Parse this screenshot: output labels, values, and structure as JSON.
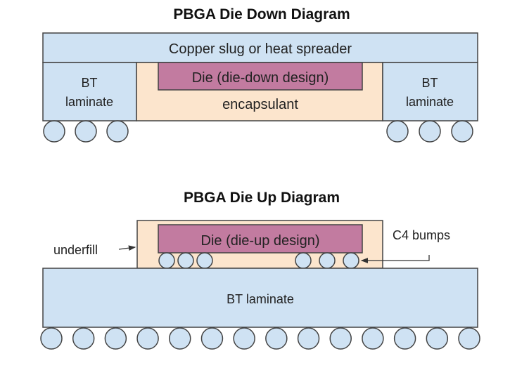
{
  "colors": {
    "laminate": "#cfe2f3",
    "encapsulant": "#fce5cd",
    "die": "#c27ba0",
    "stroke": "#434343",
    "ball": "#cfe2f3"
  },
  "die_down": {
    "title": "PBGA Die Down Diagram",
    "heat_spreader_label": "Copper slug or heat spreader",
    "left_laminate_line1": "BT",
    "left_laminate_line2": "laminate",
    "right_laminate_line1": "BT",
    "right_laminate_line2": "laminate",
    "die_label": "Die (die-down design)",
    "encapsulant_label": "encapsulant",
    "left_ball_count": 3,
    "right_ball_count": 3
  },
  "die_up": {
    "title": "PBGA Die Up Diagram",
    "die_label": "Die (die-up design)",
    "underfill_label": "underfill",
    "c4_label": "C4 bumps",
    "substrate_label": "BT laminate",
    "bump_count_left": 3,
    "bump_count_right": 3,
    "ball_count": 14
  }
}
